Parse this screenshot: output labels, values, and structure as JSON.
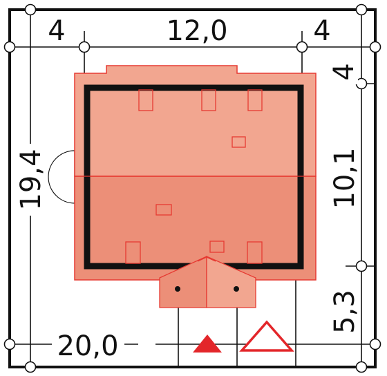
{
  "plot_plan": {
    "dimensions": {
      "top_left_setback": "4",
      "house_width": "12,0",
      "top_right_setback": "4",
      "right_top_setback": "4",
      "house_depth": "10,1",
      "front_setback": "5,3",
      "plot_depth": "19,4",
      "plot_width": "20,0"
    },
    "colors": {
      "roof_light": "#f2a690",
      "roof_dark": "#ec8f78",
      "roof_outline": "#e63a32",
      "wall": "#111111",
      "entrance_marker": "#e3262a",
      "line": "#111111"
    },
    "markers": {
      "entrance": "filled-triangle",
      "garage_entry": "outlined-triangle"
    }
  }
}
